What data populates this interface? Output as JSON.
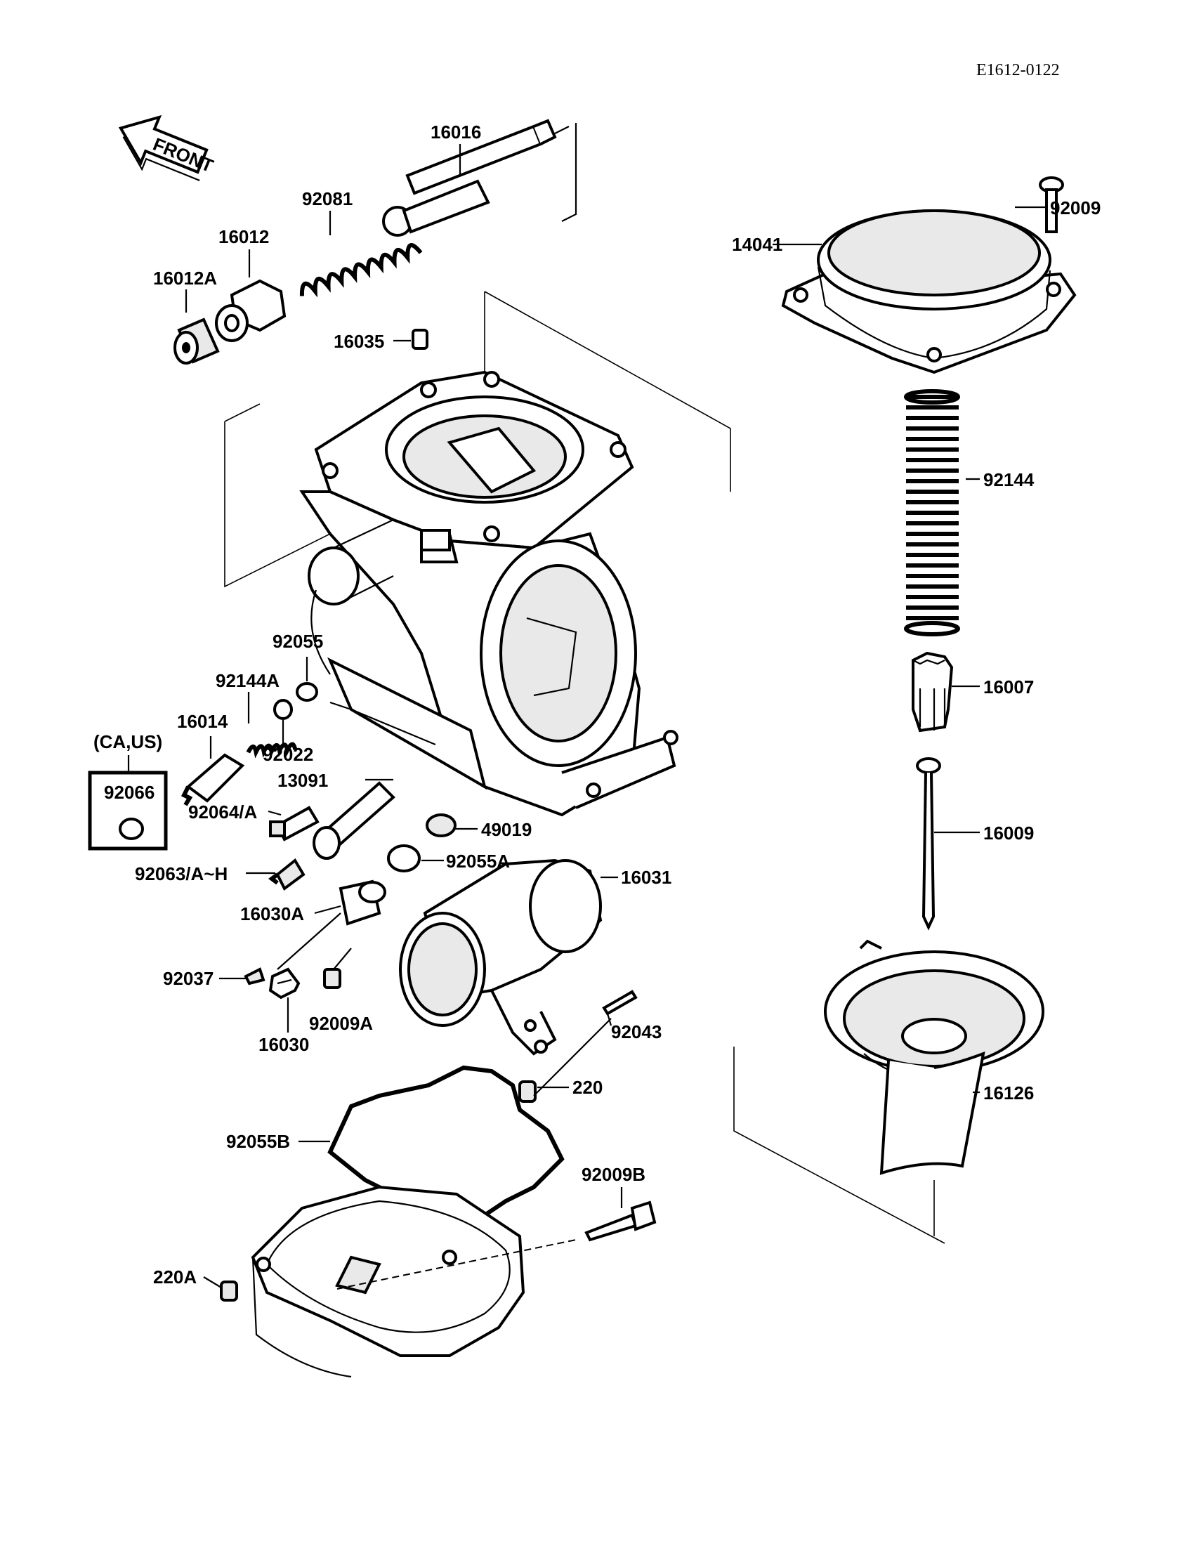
{
  "diagram_code": "E1612-0122",
  "front_label": "FRONT",
  "variant_label": "(CA,US)",
  "labels": {
    "p16016": "16016",
    "p92081": "92081",
    "p16012": "16012",
    "p16012A": "16012A",
    "p16035": "16035",
    "p92055": "92055",
    "p92144A": "92144A",
    "p16014": "16014",
    "p92066": "92066",
    "p92022": "92022",
    "p13091": "13091",
    "p92064A": "92064/A",
    "p49019": "49019",
    "p92055A": "92055A",
    "p92063AH": "92063/A~H",
    "p16030A": "16030A",
    "p92037": "92037",
    "p16030": "16030",
    "p92009A": "92009A",
    "p16031": "16031",
    "p92043": "92043",
    "p220": "220",
    "p92055B": "92055B",
    "p92009B": "92009B",
    "p220A": "220A",
    "p92009": "92009",
    "p14041": "14041",
    "p92144": "92144",
    "p16007": "16007",
    "p16009": "16009",
    "p16126": "16126"
  }
}
